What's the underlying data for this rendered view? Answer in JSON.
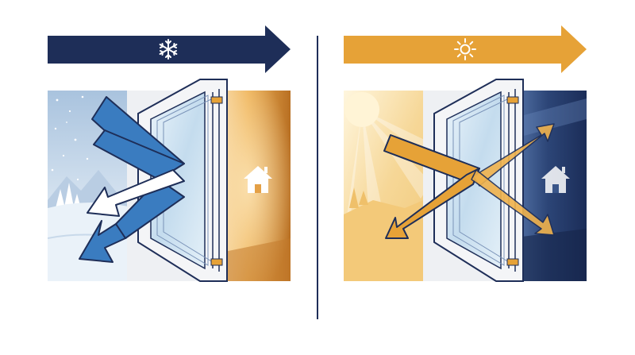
{
  "colors": {
    "winter_banner": "#1e2e58",
    "summer_banner": "#e6a237",
    "divider": "#1e2e58",
    "cold_arrow": "#3a7cc0",
    "reflect_arrow": "#ffffff",
    "warm_arrow": "#e6a237",
    "frame": "#f2f3f5",
    "frame_outline": "#1e2e58",
    "glass": "#cfe4f2",
    "warm_room": "#e09a3a",
    "dark_room": "#1f3566",
    "snow_sky": "#d3e1ef",
    "sunny_sky": "#f7dca0"
  },
  "icons": {
    "winter": "snowflake-icon",
    "summer": "sun-icon",
    "warm_home": "house-icon",
    "cool_home": "house-icon"
  },
  "panels": [
    {
      "id": "winter",
      "banner_icon": "snowflake-icon",
      "scene": "snowy-landscape",
      "room": "warm-interior"
    },
    {
      "id": "summer",
      "banner_icon": "sun-icon",
      "scene": "sunny-landscape",
      "room": "cool-interior"
    }
  ]
}
